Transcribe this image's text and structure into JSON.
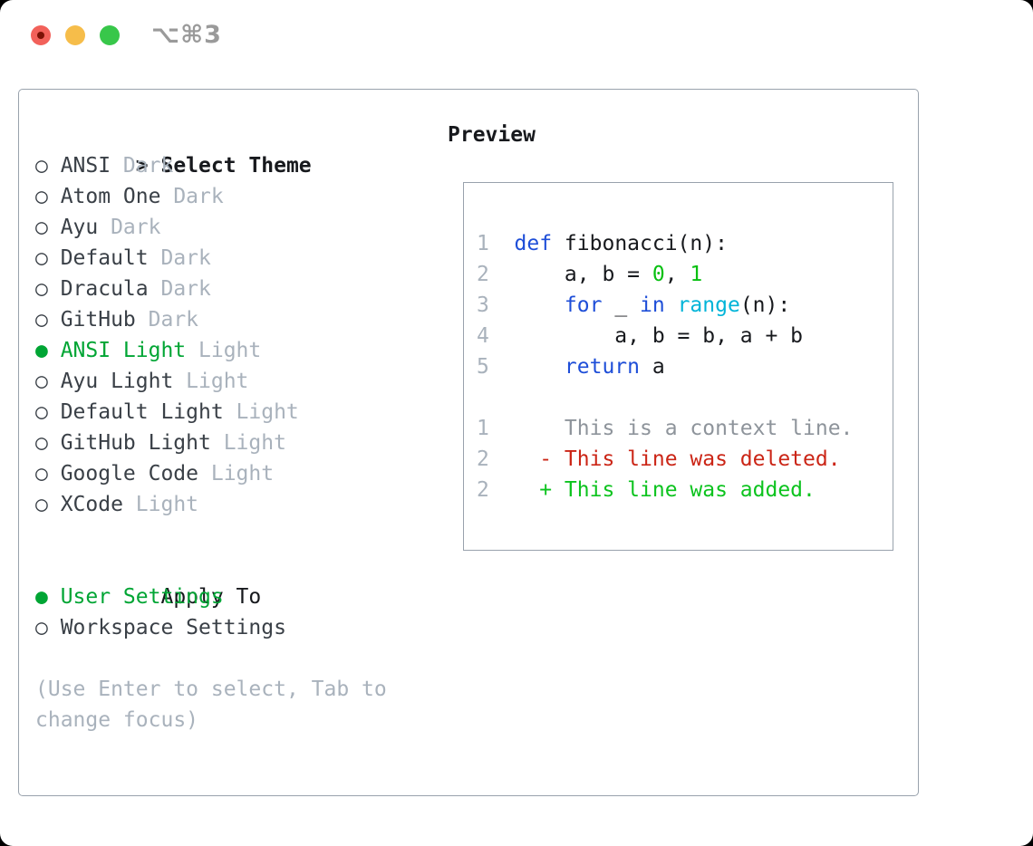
{
  "window": {
    "shortcut": "⌥⌘3",
    "traffic_lights": [
      "close",
      "minimize",
      "zoom"
    ]
  },
  "theme_panel": {
    "header": {
      "marker": ">",
      "label": "Select Theme"
    },
    "themes": [
      {
        "marker": "○",
        "name": "ANSI",
        "variant": "Dark",
        "selected": false
      },
      {
        "marker": "○",
        "name": "Atom One",
        "variant": "Dark",
        "selected": false
      },
      {
        "marker": "○",
        "name": "Ayu",
        "variant": "Dark",
        "selected": false
      },
      {
        "marker": "○",
        "name": "Default",
        "variant": "Dark",
        "selected": false
      },
      {
        "marker": "○",
        "name": "Dracula",
        "variant": "Dark",
        "selected": false
      },
      {
        "marker": "○",
        "name": "GitHub",
        "variant": "Dark",
        "selected": false
      },
      {
        "marker": "●",
        "name": "ANSI Light",
        "variant": "Light",
        "selected": true
      },
      {
        "marker": "○",
        "name": "Ayu Light",
        "variant": "Light",
        "selected": false
      },
      {
        "marker": "○",
        "name": "Default Light",
        "variant": "Light",
        "selected": false
      },
      {
        "marker": "○",
        "name": "GitHub Light",
        "variant": "Light",
        "selected": false
      },
      {
        "marker": "○",
        "name": "Google Code",
        "variant": "Light",
        "selected": false
      },
      {
        "marker": "○",
        "name": "XCode",
        "variant": "Light",
        "selected": false
      }
    ],
    "apply_to": {
      "label": "Apply To",
      "options": [
        {
          "marker": "●",
          "label": "User Settings",
          "selected": true
        },
        {
          "marker": "○",
          "label": "Workspace Settings",
          "selected": false
        }
      ]
    },
    "help": [
      "(Use Enter to select, Tab to",
      "change focus)"
    ]
  },
  "preview": {
    "label": "Preview",
    "lines": [
      {
        "num": "1",
        "segments": [
          {
            "t": "def",
            "c": "kw"
          },
          {
            "t": " fibonacci(n):",
            "c": "fg"
          }
        ]
      },
      {
        "num": "2",
        "segments": [
          {
            "t": "    a, b = ",
            "c": "fg"
          },
          {
            "t": "0",
            "c": "num"
          },
          {
            "t": ", ",
            "c": "fg"
          },
          {
            "t": "1",
            "c": "num"
          }
        ]
      },
      {
        "num": "3",
        "segments": [
          {
            "t": "    ",
            "c": "fg"
          },
          {
            "t": "for",
            "c": "kw"
          },
          {
            "t": " _ ",
            "c": "fg"
          },
          {
            "t": "in",
            "c": "kw"
          },
          {
            "t": " ",
            "c": "fg"
          },
          {
            "t": "range",
            "c": "fn"
          },
          {
            "t": "(n):",
            "c": "fg"
          }
        ]
      },
      {
        "num": "4",
        "segments": [
          {
            "t": "        a, b = b, a + b",
            "c": "fg"
          }
        ]
      },
      {
        "num": "5",
        "segments": [
          {
            "t": "    ",
            "c": "fg"
          },
          {
            "t": "return",
            "c": "kw"
          },
          {
            "t": " a",
            "c": "fg"
          }
        ]
      },
      {
        "num": "",
        "segments": []
      },
      {
        "num": "1",
        "segments": [
          {
            "t": "    This is a context line.",
            "c": "ctx"
          }
        ]
      },
      {
        "num": "2",
        "segments": [
          {
            "t": "  ",
            "c": "fg"
          },
          {
            "t": "- This line was deleted.",
            "c": "del"
          }
        ]
      },
      {
        "num": "2",
        "segments": [
          {
            "t": "  ",
            "c": "fg"
          },
          {
            "t": "+ This line was added.",
            "c": "add"
          }
        ]
      }
    ]
  },
  "colors": {
    "header": "#17191d",
    "name": "#3a4047",
    "muted": "#a9b2bc",
    "green": "#00a534",
    "border": "#99a2ad",
    "fg": "#17191d",
    "kw": "#1e4ed8",
    "fn": "#00b4d8",
    "num": "#08c011",
    "ctx": "#8e949b",
    "del": "#cb2516",
    "add": "#0cc31e",
    "ln": "#a9b2bc",
    "shortcut": "#9a9a9a",
    "tl_red": "#f2615a",
    "tl_red_dot": "#7c1206",
    "tl_yellow": "#f6bd4a",
    "tl_green": "#38c74a"
  }
}
